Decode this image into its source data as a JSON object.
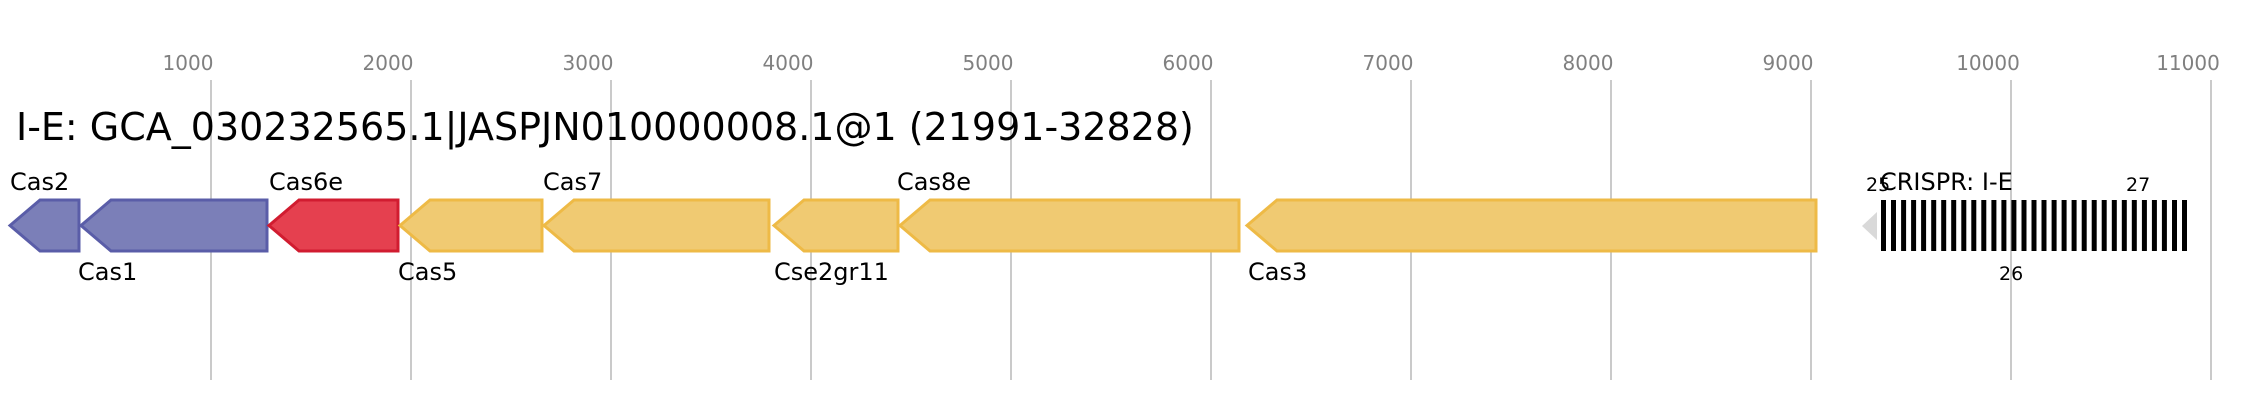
{
  "title": "I-E: GCA_030232565.1|JASPJN010000008.1@1 (21991-32828)",
  "axis": {
    "ticks": [
      "1000",
      "2000",
      "3000",
      "4000",
      "5000",
      "6000",
      "7000",
      "8000",
      "9000",
      "10000",
      "11000"
    ]
  },
  "colors": {
    "blue_fill": "#7b7fb8",
    "blue_stroke": "#5a5da8",
    "red_fill": "#e5404f",
    "red_stroke": "#d11c30",
    "yellow_fill": "#f0ca72",
    "yellow_stroke": "#eeba46",
    "gridline": "#b8b8b8",
    "crispr_bar": "#000000",
    "leader": "#d9d9d9"
  },
  "genes": [
    {
      "id": "cas2",
      "label": "Cas2",
      "color": "blue",
      "label_pos": "top"
    },
    {
      "id": "cas1",
      "label": "Cas1",
      "color": "blue",
      "label_pos": "bottom"
    },
    {
      "id": "cas6e",
      "label": "Cas6e",
      "color": "red",
      "label_pos": "top"
    },
    {
      "id": "cas5",
      "label": "Cas5",
      "color": "yellow",
      "label_pos": "bottom"
    },
    {
      "id": "cas7",
      "label": "Cas7",
      "color": "yellow",
      "label_pos": "top"
    },
    {
      "id": "cse2gr11",
      "label": "Cse2gr11",
      "color": "yellow",
      "label_pos": "bottom"
    },
    {
      "id": "cas8e",
      "label": "Cas8e",
      "color": "yellow",
      "label_pos": "top"
    },
    {
      "id": "cas3",
      "label": "Cas3",
      "color": "yellow",
      "label_pos": "bottom"
    }
  ],
  "crispr": {
    "label": "CRISPR: I-E",
    "left_number": "25",
    "right_number": "27",
    "bottom_number": "26"
  }
}
